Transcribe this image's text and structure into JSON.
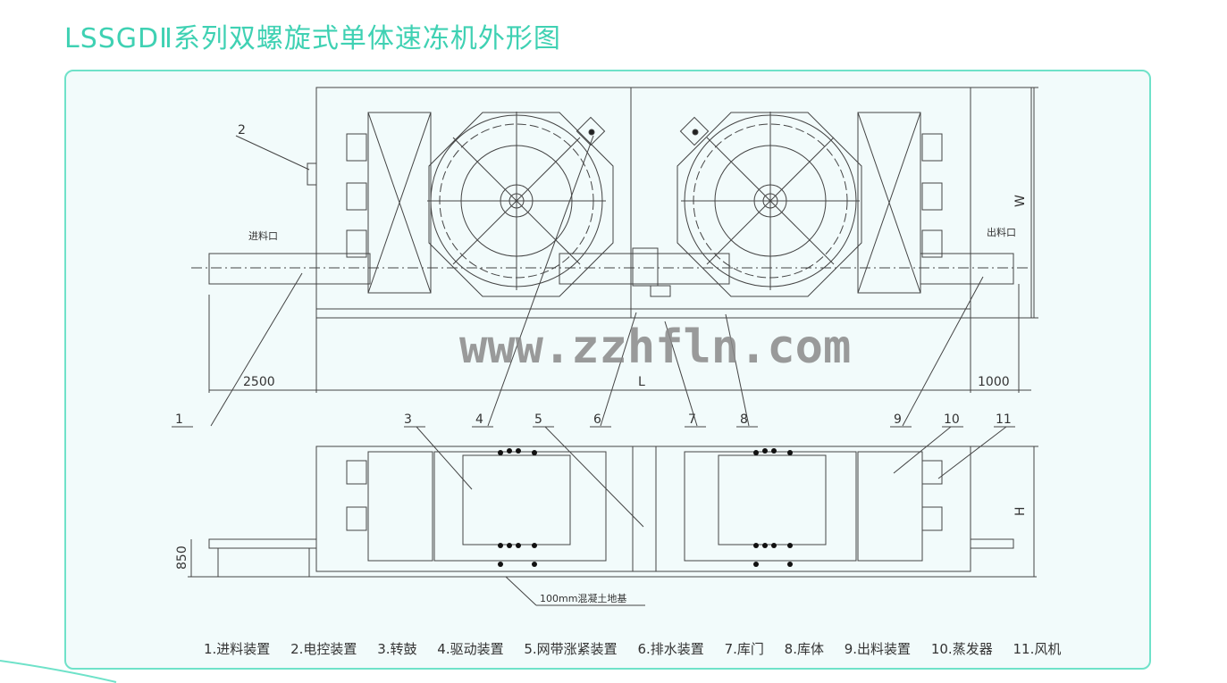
{
  "title": "LSSGDⅡ系列双螺旋式单体速冻机外形图",
  "watermark": "www.zzhfln.com",
  "top_view": {
    "inlet_label": "进料口",
    "outlet_label": "出料口",
    "dim_left": "2500",
    "dim_length": "L",
    "dim_right": "1000",
    "dim_width": "W"
  },
  "side_view": {
    "dim_height": "H",
    "dim_leg": "850",
    "foundation_label": "100mm混凝土地基"
  },
  "callouts": [
    "1",
    "2",
    "3",
    "4",
    "5",
    "6",
    "7",
    "8",
    "9",
    "10",
    "11"
  ],
  "legend": [
    "1.进料装置",
    "2.电控装置",
    "3.转鼓",
    "4.驱动装置",
    "5.网带涨紧装置",
    "6.排水装置",
    "7.库门",
    "8.库体",
    "9.出料装置",
    "10.蒸发器",
    "11.风机"
  ],
  "colors": {
    "title": "#3fd1b3",
    "panel_border": "#6fe2c9",
    "panel_bg": "#f2fbfb",
    "line": "#444444"
  }
}
